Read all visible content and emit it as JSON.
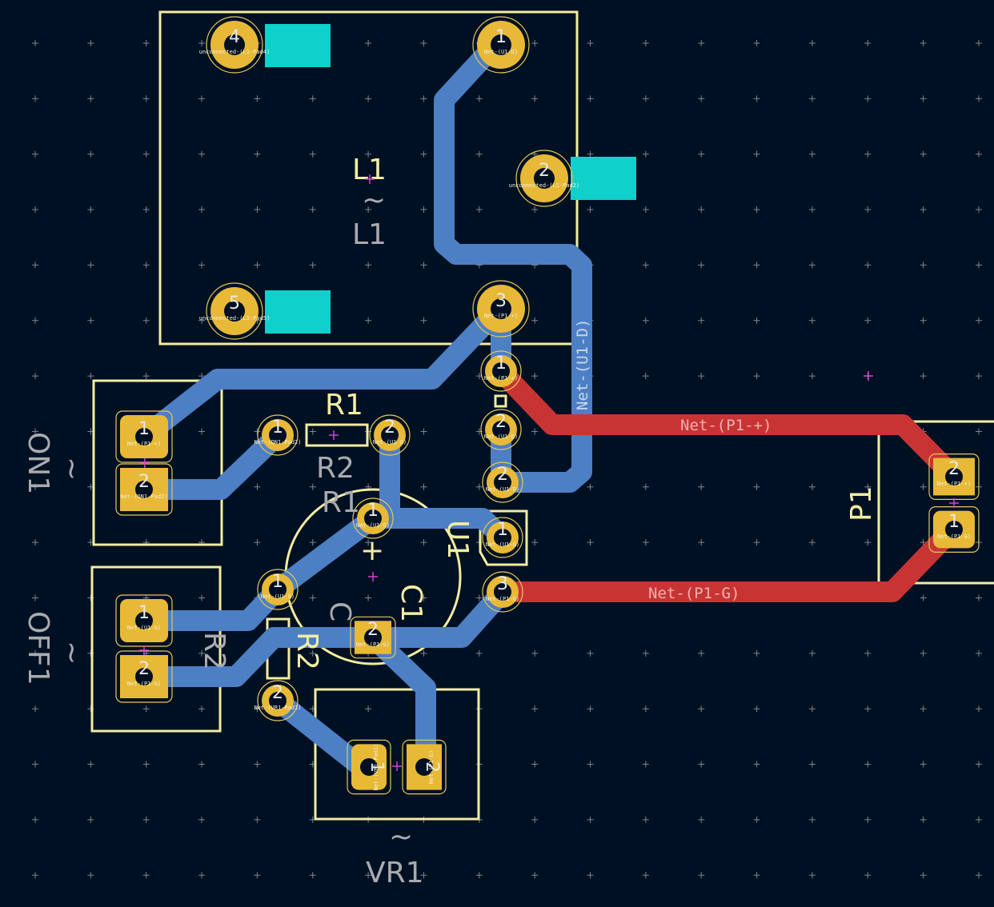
{
  "app": "PCB layout editor",
  "colors": {
    "background": "#001023",
    "back_copper": "#4d7fc4",
    "front_copper": "#c83434",
    "pad": "#e7b936",
    "silkscreen": "#f2eda1",
    "fab_text": "#a9abae",
    "smd_pad": "#0fd0cb",
    "anchor": "#d43fd4"
  },
  "components": {
    "L1": {
      "ref": "L1",
      "value": "L1",
      "tilde": "~"
    },
    "ON1": {
      "ref": "ON1",
      "tilde": "~"
    },
    "OFF1": {
      "ref": "OFF1",
      "tilde": "~"
    },
    "R1": {
      "ref": "R1",
      "fab": "R1"
    },
    "R2": {
      "ref": "R2",
      "fab": "R2"
    },
    "C1": {
      "ref": "C1",
      "fab": "C"
    },
    "U1": {
      "ref": "U1"
    },
    "P1": {
      "ref": "P1"
    },
    "VR1": {
      "ref": "VR1",
      "tilde": "~"
    }
  },
  "pads": {
    "L1_4": {
      "num": "4",
      "net": "unconnected-(L1-Pad4)"
    },
    "L1_1": {
      "num": "1",
      "net": "Net-(U1-D)"
    },
    "L1_2": {
      "num": "2",
      "net": "unconnected-(L1-Pad2)"
    },
    "L1_5": {
      "num": "5",
      "net": "unconnected-(L1-Pad5)"
    },
    "L1_3": {
      "num": "3",
      "net": "Net-(P1-+)"
    },
    "Q_1": {
      "num": "1",
      "net": "Net-(P1-+)"
    },
    "Q_2a": {
      "num": "2",
      "net": "Net-(U1-D)"
    },
    "Q_2b": {
      "num": "2",
      "net": "Net-(U1-D)"
    },
    "ON1_1": {
      "num": "1",
      "net": "Net-(P1-+)"
    },
    "ON1_2": {
      "num": "2",
      "net": "Net-(ON1-Pad2)"
    },
    "R1_1": {
      "num": "1",
      "net": "Net-(ON1-Pad2)"
    },
    "R1_2": {
      "num": "2",
      "net": "Net-(U1-G)"
    },
    "C1_1": {
      "num": "1",
      "net": "Net-(U1-G)"
    },
    "C1_2": {
      "num": "2",
      "net": "Net-(P1-G)"
    },
    "U1_1": {
      "num": "1",
      "net": "Net-(U1-G)"
    },
    "U1_3": {
      "num": "3",
      "net": "Net-(P1-G)"
    },
    "R2_1": {
      "num": "1",
      "net": "Net-(U1-G)"
    },
    "R2_2": {
      "num": "2",
      "net": "Net-(VR1-Pad1)"
    },
    "OFF1_1": {
      "num": "1",
      "net": "Net-(U1-G)"
    },
    "OFF1_2": {
      "num": "2",
      "net": "Net-(P1-G)"
    },
    "VR1_1": {
      "num": "1",
      "net": "Net-(VR1-Pad1)"
    },
    "VR1_2": {
      "num": "2",
      "net": "Net-(P1-G)"
    },
    "P1_2": {
      "num": "2",
      "net": "Net-(P1-+)"
    },
    "P1_1": {
      "num": "1",
      "net": "Net-(P1-G)"
    }
  },
  "net_labels": {
    "p1_plus": "Net-(P1-+)",
    "p1_g": "Net-(P1-G)",
    "u1_d": "Net-(U1-D)"
  },
  "polarity_mark": "+"
}
